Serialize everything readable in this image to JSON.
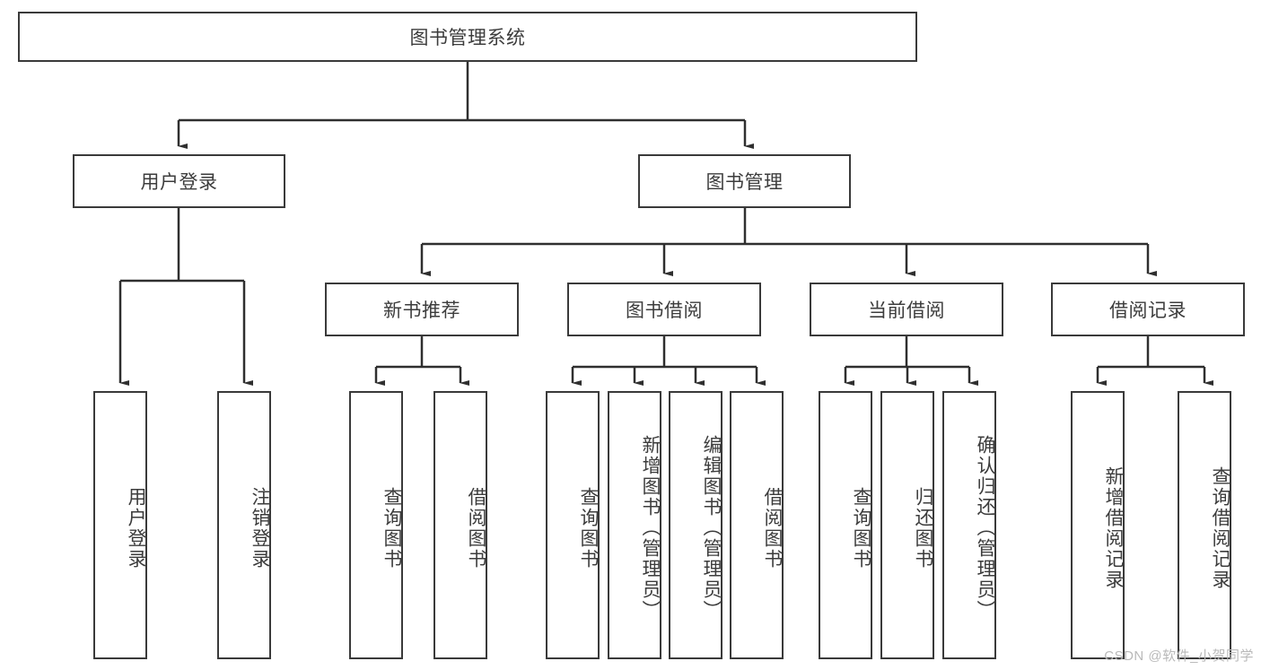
{
  "diagram": {
    "title": "图书管理系统",
    "type": "tree-hierarchy-chart",
    "watermark": "CSDN @软件_小贺同学",
    "colors": {
      "box_border": "#3a3a3a",
      "box_fill": "#ffffff",
      "text": "#3c3c3c",
      "edge": "#2f2f2f",
      "watermark": "#b9b9b9",
      "background": "#ffffff"
    },
    "root": {
      "label": "图书管理系统"
    },
    "level2": [
      {
        "label": "用户登录"
      },
      {
        "label": "图书管理"
      }
    ],
    "level3": [
      {
        "label": "新书推荐"
      },
      {
        "label": "图书借阅"
      },
      {
        "label": "当前借阅"
      },
      {
        "label": "借阅记录"
      }
    ],
    "leaves": {
      "user_login": [
        {
          "label": "用户登录"
        },
        {
          "label": "注销登录"
        }
      ],
      "new_book_recommend": [
        {
          "label": "查询图书"
        },
        {
          "label": "借阅图书"
        }
      ],
      "book_borrow": [
        {
          "label": "查询图书"
        },
        {
          "label": "新增图书（管理员）"
        },
        {
          "label": "编辑图书（管理员）"
        },
        {
          "label": "借阅图书"
        }
      ],
      "current_borrow": [
        {
          "label": "查询图书"
        },
        {
          "label": "归还图书"
        },
        {
          "label": "确认归还（管理员）"
        }
      ],
      "borrow_records": [
        {
          "label": "新增借阅记录"
        },
        {
          "label": "查询借阅记录"
        }
      ]
    }
  }
}
